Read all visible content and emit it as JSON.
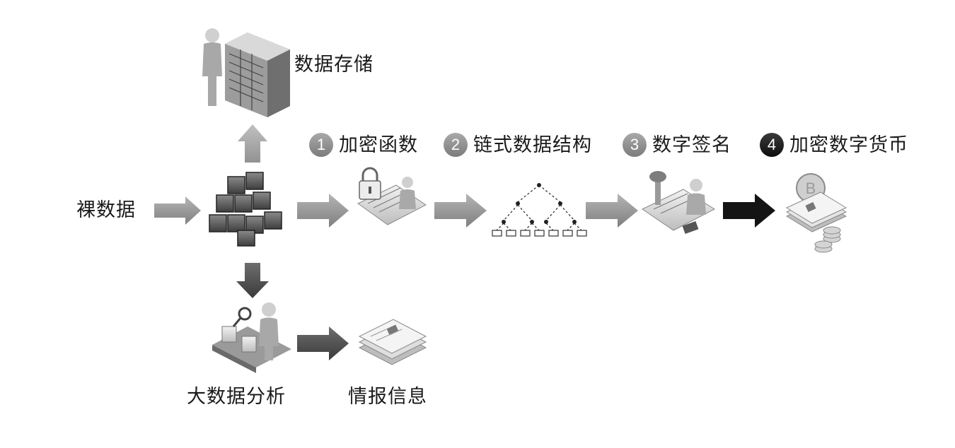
{
  "raw_data": "裸数据",
  "storage": "数据存储",
  "analysis": "大数据分析",
  "intel": "情报信息",
  "steps": [
    {
      "num": "1",
      "label": "加密函数",
      "style": "grey"
    },
    {
      "num": "2",
      "label": "链式数据结构",
      "style": "grey"
    },
    {
      "num": "3",
      "label": "数字签名",
      "style": "grey"
    },
    {
      "num": "4",
      "label": "加密数字货币",
      "style": "black"
    }
  ],
  "colors": {
    "arrow_grey": "#9a9a9a",
    "arrow_dark": "#555555",
    "arrow_black": "#111111"
  },
  "icons": [
    "server-rack-person-icon",
    "stacked-boxes-icon",
    "lock-desk-person-icon",
    "tree-structure-icon",
    "signature-desk-person-icon",
    "coin-documents-icon",
    "conveyor-magnifier-person-icon",
    "document-stack-icon"
  ]
}
